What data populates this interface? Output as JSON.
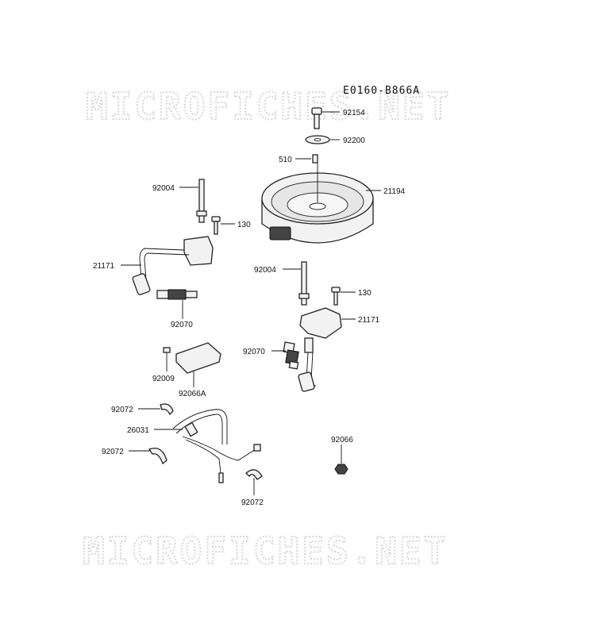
{
  "diagram": {
    "reference_code": "E0160-B866A",
    "watermark": "MICROFICHES.NET",
    "labels": {
      "p92154": "92154",
      "p92200": "92200",
      "p510": "510",
      "p21194": "21194",
      "p92004_left": "92004",
      "p130_left": "130",
      "p21171_left": "21171",
      "p92070_left": "92070",
      "p92004_right": "92004",
      "p130_right": "130",
      "p21171_right": "21171",
      "p92070_right": "92070",
      "p92009": "92009",
      "p92066A": "92066A",
      "p92072_top": "92072",
      "p26031": "26031",
      "p92072_mid": "92072",
      "p92066": "92066",
      "p92072_bottom": "92072"
    }
  }
}
